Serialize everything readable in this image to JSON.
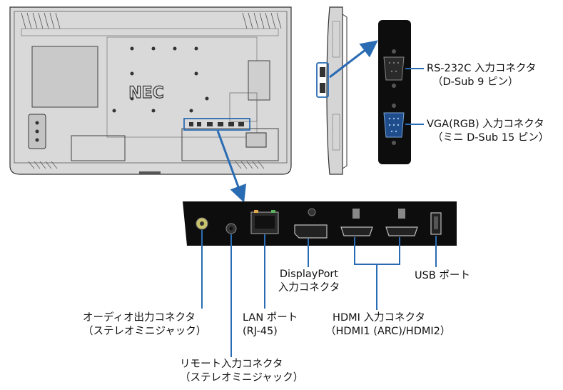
{
  "monitor": {
    "brand": "NEC"
  },
  "labels": {
    "rs232c": {
      "line1": "RS-232C 入力コネクタ",
      "line2": "（D-Sub 9 ピン）"
    },
    "vga": {
      "line1": "VGA(RGB) 入力コネクタ",
      "line2": "（ミニ D-Sub 15 ピン）"
    },
    "displayport": {
      "line1": "DisplayPort",
      "line2": "入力コネクタ"
    },
    "usb": {
      "line1": "USB ポート"
    },
    "hdmi": {
      "line1": "HDMI 入力コネクタ",
      "line2": "（HDMI1 (ARC)/HDMI2）"
    },
    "audio_out": {
      "line1": "オーディオ出力コネクタ",
      "line2": "（ステレオミニジャック）"
    },
    "lan": {
      "line1": "LAN ポート",
      "line2": "(RJ-45)"
    },
    "remote_in": {
      "line1": "リモート入力コネクタ",
      "line2": "（ステレオミニジャック）"
    }
  },
  "colors": {
    "highlight": "#2a6cb3",
    "arrow": "#2a6cb3",
    "panel": "#0d0d0d",
    "body": "#d7d7d7",
    "line": "#2e2e2e"
  }
}
